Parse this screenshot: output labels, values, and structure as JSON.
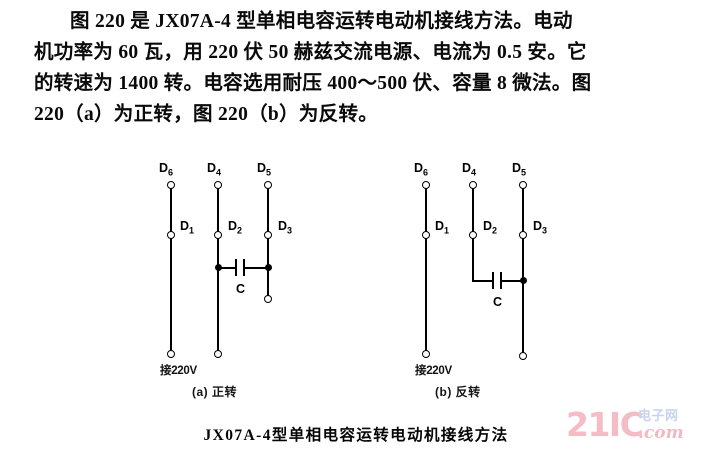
{
  "document": {
    "paragraph_lines": [
      "图 220 是 JX07A-4 型单相电容运转电动机接线方法。电动",
      "机功率为 60 瓦，用 220 伏 50 赫兹交流电源、电流为 0.5 安。它",
      "的转速为 1400 转。电容选用耐压 400～500 伏、容量 8 微法。图",
      "220（a）为正转，图 220（b）为反转。"
    ],
    "figure_caption": "JX07A-4型单相电容运转电动机接线方法"
  },
  "circuits": [
    {
      "id": "a",
      "sub_caption": "(a) 正转",
      "mains_label": "接220V",
      "terminals_top": [
        "D",
        "D",
        "D"
      ],
      "terminal_labels": {
        "t1": "D",
        "t1_sub": "6",
        "t2": "D",
        "t2_sub": "4",
        "t3": "D",
        "t3_sub": "5",
        "m1": "D",
        "m1_sub": "1",
        "m2": "D",
        "m2_sub": "2",
        "m3": "D",
        "m3_sub": "3"
      },
      "capacitor_label": "C"
    },
    {
      "id": "b",
      "sub_caption": "(b) 反转",
      "mains_label": "接220V",
      "terminals_top": [
        "D",
        "D",
        "D"
      ],
      "terminal_labels": {
        "t1": "D",
        "t1_sub": "6",
        "t2": "D",
        "t2_sub": "4",
        "t3": "D",
        "t3_sub": "5",
        "m1": "D",
        "m1_sub": "1",
        "m2": "D",
        "m2_sub": "2",
        "m3": "D",
        "m3_sub": "3"
      },
      "capacitor_label": "C"
    }
  ],
  "watermark": {
    "brand": "21IC",
    "chinese": "电子网",
    "domain": ".com",
    "brand_color": "#f4bcc4",
    "chinese_color": "#c8d4ee"
  }
}
